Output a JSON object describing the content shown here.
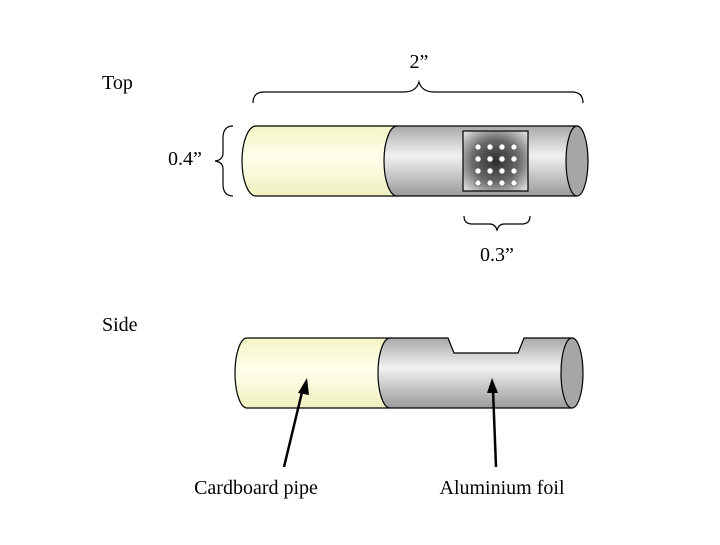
{
  "labels": {
    "top_view": "Top",
    "side_view": "Side",
    "length": "2”",
    "diameter": "0.4”",
    "hole_width": "0.3”",
    "cardboard": "Cardboard pipe",
    "foil": "Aluminium foil"
  },
  "colors": {
    "cardboard": "#ffffd8",
    "foil": "#c8c8c8",
    "foil_highlight": "#f2f2f2",
    "cap": "#a6a6a6",
    "hole_center": "#303030",
    "outline": "#000000"
  },
  "perforation": {
    "rows": 4,
    "cols": 4
  }
}
